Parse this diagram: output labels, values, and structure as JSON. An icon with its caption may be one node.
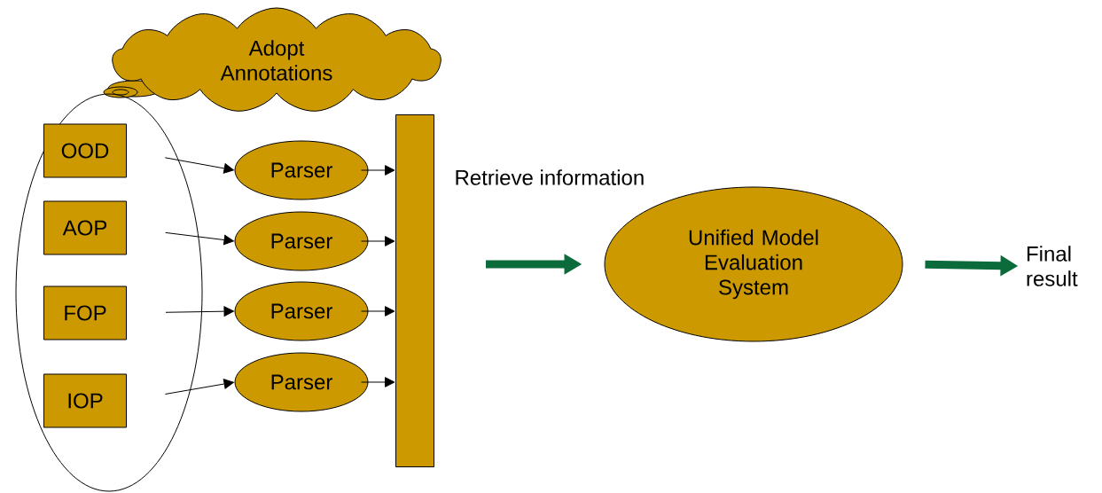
{
  "diagram": {
    "nodes": [
      {
        "text": [
          "Adopt Annotations"
        ]
      },
      {
        "text": [],
        "shape": "ellipse"
      },
      {
        "text": [
          "OOD"
        ],
        "in": 1
      },
      {
        "text": [
          "AOP"
        ],
        "in": 1
      },
      {
        "text": [
          "FOP"
        ],
        "in": 1
      },
      {
        "text": [
          "IOP"
        ],
        "in": 1
      },
      {
        "text": [
          "Parser"
        ]
      },
      {
        "text": [
          "Parser"
        ]
      },
      {
        "text": [
          "Parser"
        ]
      },
      {
        "text": [
          "Parser"
        ]
      },
      {
        "text": [],
        "shape": "bar"
      },
      {
        "text": [
          "Unified Model Evaluation System"
        ]
      },
      {
        "text": [
          "Final result"
        ]
      }
    ],
    "edges": [
      {
        "from": 2,
        "to": 6,
        "arrow": "to"
      },
      {
        "from": 3,
        "to": 7,
        "arrow": "to"
      },
      {
        "from": 4,
        "to": 8,
        "arrow": "to"
      },
      {
        "from": 5,
        "to": 9,
        "arrow": "to"
      },
      {
        "from": 6,
        "to": 10,
        "arrow": "to"
      },
      {
        "from": 7,
        "to": 10,
        "arrow": "to"
      },
      {
        "from": 8,
        "to": 10,
        "arrow": "to"
      },
      {
        "from": 9,
        "to": 10,
        "arrow": "to"
      },
      {
        "from": 10,
        "to": 11,
        "arrow": "to",
        "label": "Retrieve information",
        "style": "thick",
        "color": "#0b6b3a"
      },
      {
        "from": 11,
        "to": 12,
        "arrow": "to",
        "style": "thick",
        "color": "#0b6b3a"
      }
    ]
  }
}
